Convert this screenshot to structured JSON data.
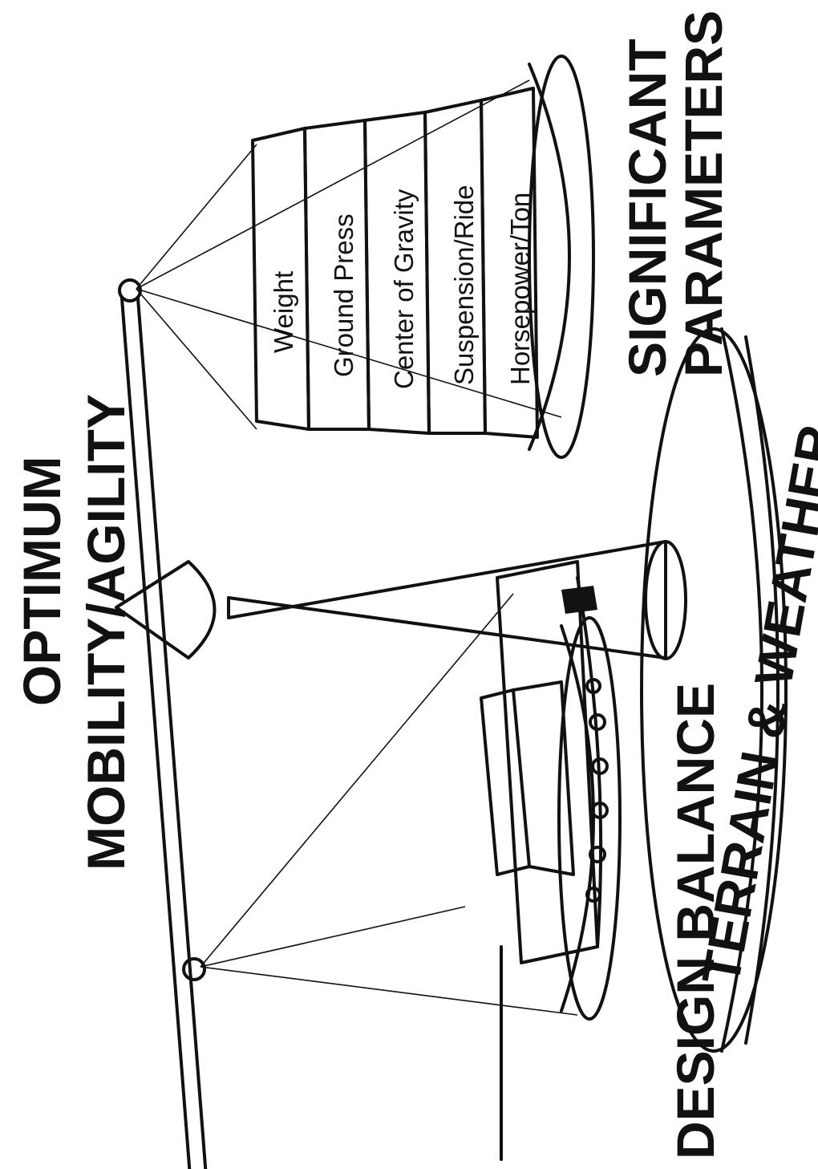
{
  "title": {
    "line1": "OPTIMUM",
    "line2": "MOBILITY/AGILITY"
  },
  "left_pan_label": "DESIGN BALANCE",
  "right_pan_label": {
    "line1": "SIGNIFICANT",
    "line2": "PARAMETERS"
  },
  "base_label": "TERRAIN & WEATHER",
  "parameters": [
    "Weight",
    "Ground Press",
    "Center of Gravity",
    "Suspension/Ride",
    "Horsepower/Ton"
  ]
}
